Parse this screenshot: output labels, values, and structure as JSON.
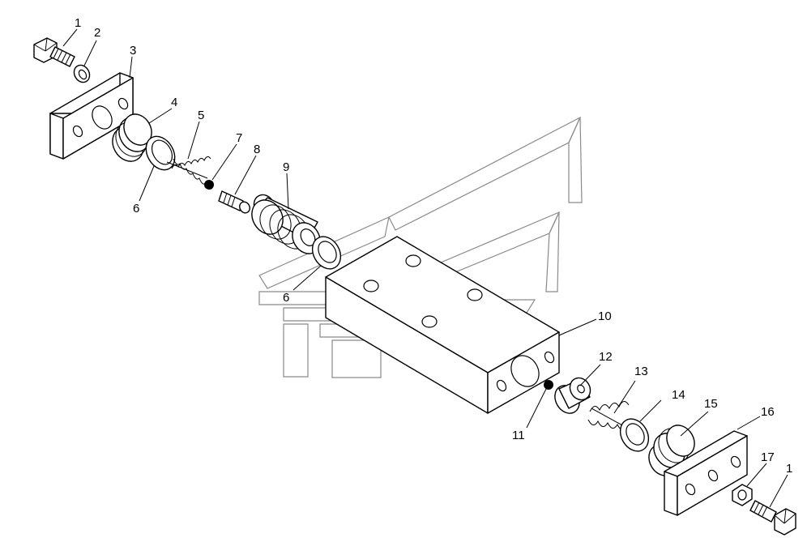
{
  "callouts": [
    {
      "id": "c1a",
      "label": "1"
    },
    {
      "id": "c2",
      "label": "2"
    },
    {
      "id": "c3",
      "label": "3"
    },
    {
      "id": "c4",
      "label": "4"
    },
    {
      "id": "c5",
      "label": "5"
    },
    {
      "id": "c6a",
      "label": "6"
    },
    {
      "id": "c7",
      "label": "7"
    },
    {
      "id": "c8",
      "label": "8"
    },
    {
      "id": "c9",
      "label": "9"
    },
    {
      "id": "c6b",
      "label": "6"
    },
    {
      "id": "c10",
      "label": "10"
    },
    {
      "id": "c11",
      "label": "11"
    },
    {
      "id": "c12",
      "label": "12"
    },
    {
      "id": "c13",
      "label": "13"
    },
    {
      "id": "c14",
      "label": "14"
    },
    {
      "id": "c15",
      "label": "15"
    },
    {
      "id": "c16",
      "label": "16"
    },
    {
      "id": "c17",
      "label": "17"
    },
    {
      "id": "c1b",
      "label": "1"
    }
  ],
  "colors": {
    "line": "#000000",
    "watermark": "#8a8a8a",
    "background": "#ffffff"
  }
}
